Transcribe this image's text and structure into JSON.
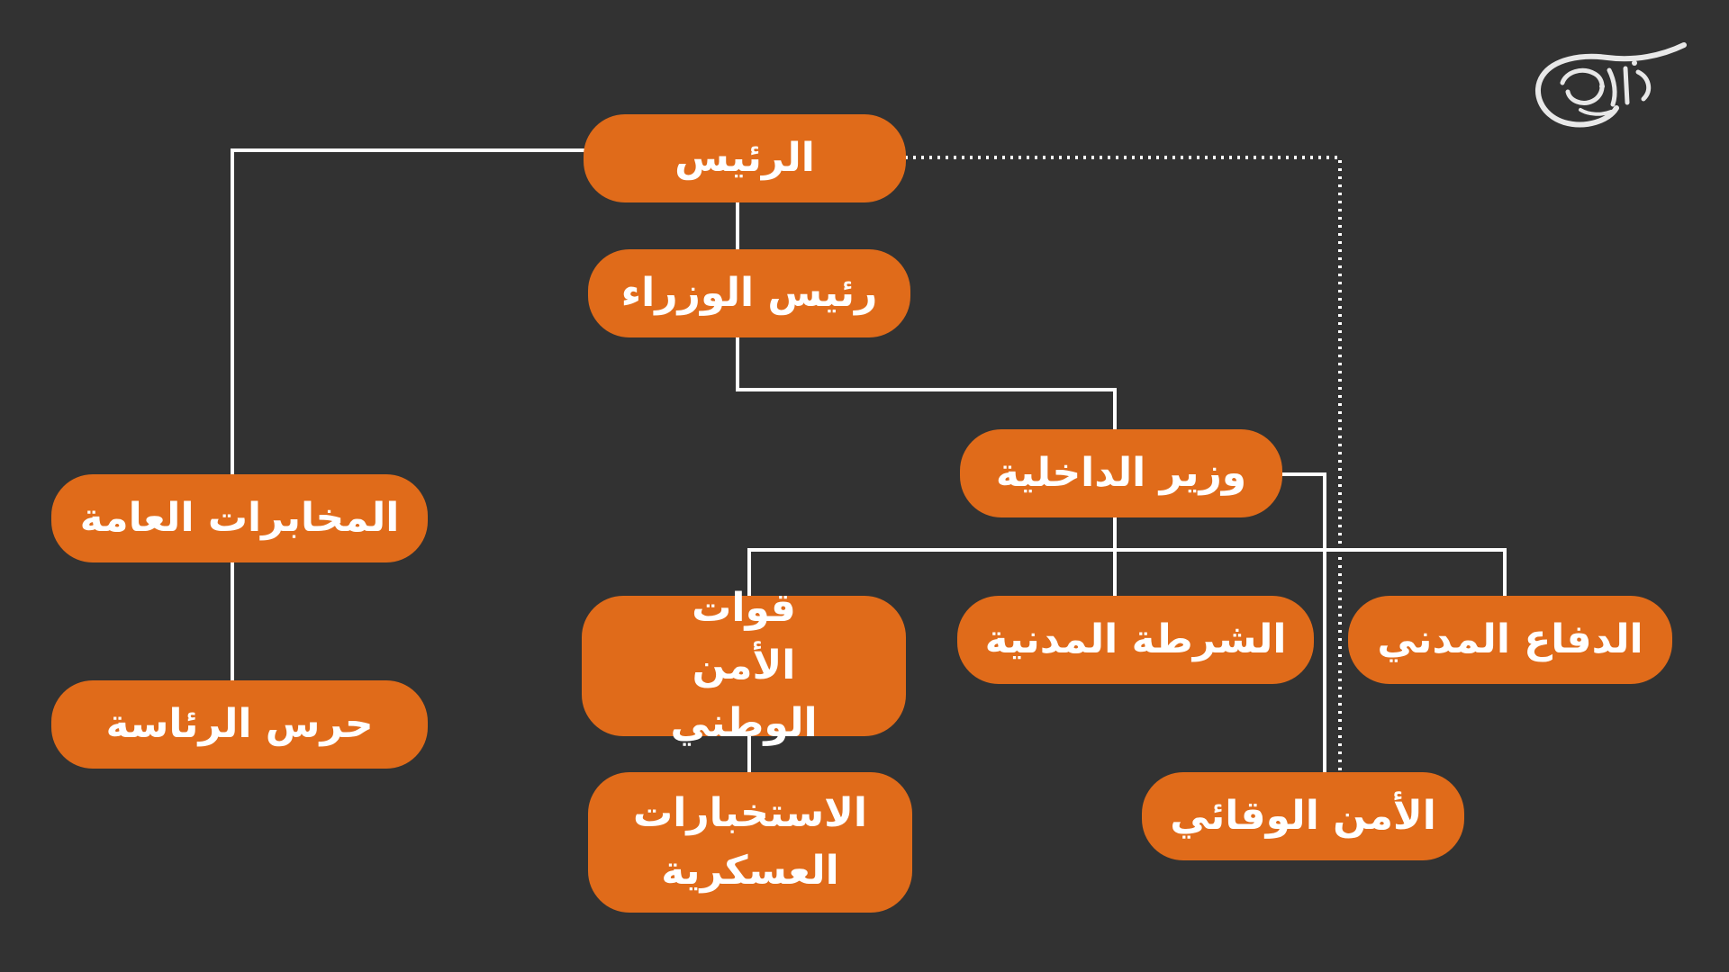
{
  "diagram": {
    "nodes": {
      "president": "الرئيس",
      "prime_minister": "رئيس الوزراء",
      "interior_minister": "وزير الداخلية",
      "general_intelligence": "المخابرات العامة",
      "presidential_guard": "حرس الرئاسة",
      "national_security_forces": "قوات الأمن الوطني",
      "military_intelligence": "الاستخبارات العسكرية",
      "civil_police": "الشرطة المدنية",
      "civil_defense": "الدفاع المدني",
      "preventive_security": "الأمن الوقائي"
    },
    "colors": {
      "background": "#323232",
      "node_fill": "#e06b1a",
      "text": "#ffffff",
      "connector": "#ffffff"
    }
  },
  "logo": {
    "name": "almayadeen-logo",
    "icon": "calligraphy-logo-icon"
  }
}
